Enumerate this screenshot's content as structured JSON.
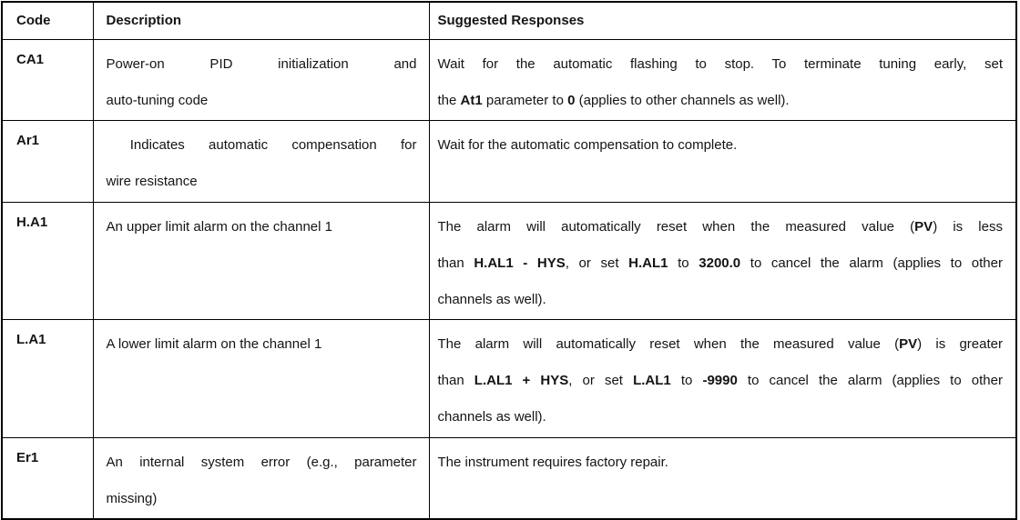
{
  "page": {
    "background": "#ffffff",
    "border_color": "#000000",
    "text_color": "#141414"
  },
  "table": {
    "headers": [
      "Code",
      "Description",
      "Suggested Responses"
    ],
    "rows": [
      {
        "code": "CA1",
        "description": {
          "lines": [
            {
              "j": true,
              "s": [
                {
                  "t": "Power-on PID initialization and"
                }
              ]
            },
            {
              "s": [
                {
                  "t": "auto-tuning code"
                }
              ]
            }
          ]
        },
        "responses": {
          "lines": [
            {
              "j": true,
              "s": [
                {
                  "t": "Wait for the automatic flashing to stop. To terminate tuning early, set"
                }
              ]
            },
            {
              "s": [
                {
                  "t": "the "
                },
                {
                  "t": "At1",
                  "b": true
                },
                {
                  "t": " parameter to "
                },
                {
                  "t": "0",
                  "b": true
                },
                {
                  "t": " (applies to other channels as well)."
                }
              ]
            }
          ]
        }
      },
      {
        "code": "Ar1",
        "description": {
          "lines": [
            {
              "j": true,
              "s": [
                {
                  "t": " Indicates automatic compensation for"
                }
              ]
            },
            {
              "s": [
                {
                  "t": "wire resistance"
                }
              ]
            }
          ]
        },
        "responses": {
          "lines": [
            {
              "s": [
                {
                  "t": "Wait for the automatic compensation to complete."
                }
              ]
            }
          ]
        }
      },
      {
        "code": "H.A1",
        "description": {
          "lines": [
            {
              "s": [
                {
                  "t": "An upper limit alarm on the channel 1"
                }
              ]
            }
          ]
        },
        "responses": {
          "lines": [
            {
              "j": true,
              "s": [
                {
                  "t": "The alarm will automatically reset when the measured value ("
                },
                {
                  "t": "PV",
                  "b": true
                },
                {
                  "t": ") is less"
                }
              ]
            },
            {
              "j": true,
              "s": [
                {
                  "t": "than "
                },
                {
                  "t": "H.AL1 - HYS",
                  "b": true
                },
                {
                  "t": ", or set "
                },
                {
                  "t": "H.AL1",
                  "b": true
                },
                {
                  "t": " to "
                },
                {
                  "t": "3200.0",
                  "b": true
                },
                {
                  "t": " to cancel the alarm (applies to other"
                }
              ]
            },
            {
              "s": [
                {
                  "t": "channels as well)."
                }
              ]
            }
          ]
        }
      },
      {
        "code": "L.A1",
        "description": {
          "lines": [
            {
              "s": [
                {
                  "t": "A lower limit alarm on the channel 1"
                }
              ]
            }
          ]
        },
        "responses": {
          "lines": [
            {
              "j": true,
              "s": [
                {
                  "t": "The alarm will automatically reset when the measured value ("
                },
                {
                  "t": "PV",
                  "b": true
                },
                {
                  "t": ") is greater"
                }
              ]
            },
            {
              "j": true,
              "s": [
                {
                  "t": "than "
                },
                {
                  "t": "L.AL1 + HYS",
                  "b": true
                },
                {
                  "t": ", or set "
                },
                {
                  "t": "L.AL1",
                  "b": true
                },
                {
                  "t": " to "
                },
                {
                  "t": "-9990",
                  "b": true
                },
                {
                  "t": " to cancel the alarm (applies to other"
                }
              ]
            },
            {
              "s": [
                {
                  "t": "channels as well)."
                }
              ]
            }
          ]
        }
      },
      {
        "code": "Er1",
        "description": {
          "lines": [
            {
              "j": true,
              "s": [
                {
                  "t": "An internal system error (e.g., parameter"
                }
              ]
            },
            {
              "s": [
                {
                  "t": "missing)"
                }
              ]
            }
          ]
        },
        "responses": {
          "lines": [
            {
              "s": [
                {
                  "t": "The instrument requires factory repair."
                }
              ]
            }
          ]
        }
      }
    ]
  }
}
